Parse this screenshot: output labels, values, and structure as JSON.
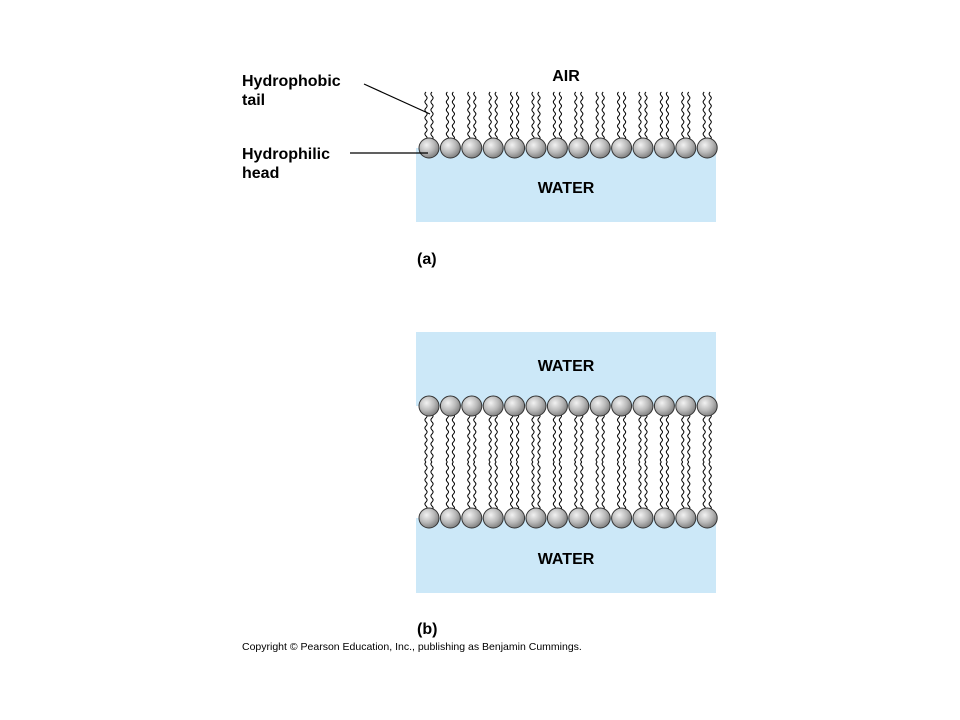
{
  "diagram": {
    "labels": {
      "air": "AIR",
      "water_a": "WATER",
      "water_b_top": "WATER",
      "water_b_bottom": "WATER",
      "hydrophobic_line1": "Hydrophobic",
      "hydrophobic_line2": "tail",
      "hydrophilic_line1": "Hydrophilic",
      "hydrophilic_line2": "head",
      "panel_a": "(a)",
      "panel_b": "(b)"
    },
    "molecules_per_row": 14,
    "colors": {
      "water": "#cce8f8",
      "head_fill": "#b8b8b8",
      "head_stroke": "#333333",
      "tail": "#000000"
    }
  },
  "copyright": "Copyright © Pearson Education, Inc., publishing as Benjamin Cummings."
}
